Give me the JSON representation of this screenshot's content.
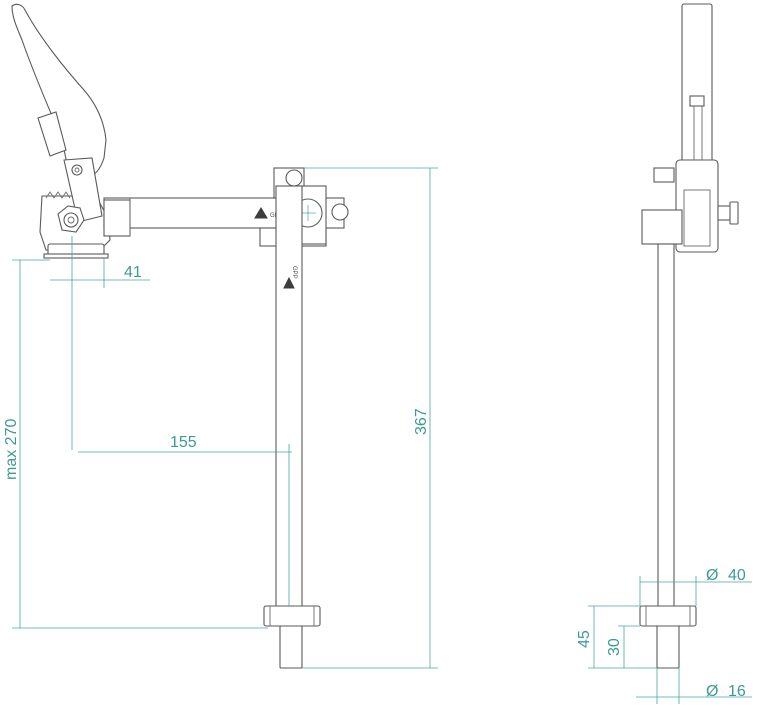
{
  "dimensions": {
    "offset_41": "41",
    "reach_155": "155",
    "height_max_270": "max 270",
    "height_367": "367",
    "diameter_40": "40",
    "height_45": "45",
    "height_30": "30",
    "diameter_16": "16"
  },
  "symbols": {
    "diameter": "Ø"
  },
  "markings": {
    "arm_brand": "GPP",
    "post_brand": "GPP"
  },
  "colors": {
    "dimension_lines": "#48a6a0",
    "part_outline": "#5a5a5a"
  }
}
